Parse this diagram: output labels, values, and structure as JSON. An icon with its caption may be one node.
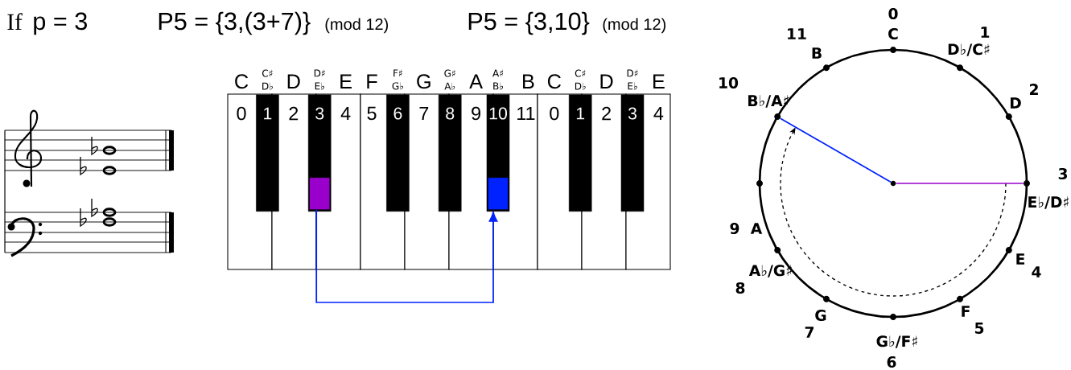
{
  "diagram": {
    "nodes": [
      {
        "text": [
          "0"
        ],
        "beside": [
          "C"
        ]
      },
      {
        "text": [
          "1"
        ],
        "beside": [
          "C♯ D♭"
        ]
      },
      {
        "text": [
          "2"
        ],
        "beside": [
          "D"
        ]
      },
      {
        "text": [
          "3"
        ],
        "beside": [
          "D♯ E♭"
        ]
      },
      {
        "text": [
          "4"
        ],
        "beside": [
          "E"
        ]
      },
      {
        "text": [
          "5"
        ],
        "beside": [
          "F"
        ]
      },
      {
        "text": [
          "6"
        ],
        "beside": [
          "F♯ G♭"
        ]
      },
      {
        "text": [
          "7"
        ],
        "beside": [
          "G"
        ]
      },
      {
        "text": [
          "8"
        ],
        "beside": [
          "G♯ A♭"
        ]
      },
      {
        "text": [
          "9"
        ],
        "beside": [
          "A"
        ]
      },
      {
        "text": [
          "10"
        ],
        "beside": [
          "A♯ B♭"
        ]
      },
      {
        "text": [
          "11"
        ],
        "beside": [
          "B"
        ]
      },
      {
        "text": [
          "0"
        ],
        "beside": [
          "C"
        ]
      },
      {
        "text": [
          "1"
        ],
        "beside": [
          "C♯ D♭"
        ]
      },
      {
        "text": [
          "2"
        ],
        "beside": [
          "D"
        ]
      },
      {
        "text": [
          "3"
        ],
        "beside": [
          "D♯ E♭"
        ]
      },
      {
        "text": [
          "4"
        ],
        "beside": [
          "E"
        ]
      },
      {
        "text": [],
        "shape": "box",
        "in": 3
      },
      {
        "text": [],
        "shape": "box",
        "in": 10
      },
      {
        "text": [],
        "shape": "circle"
      },
      {
        "text": [],
        "shape": "circle",
        "beside": [
          "C",
          "0"
        ]
      },
      {
        "text": [],
        "shape": "circle",
        "beside": [
          "D♭/C♯",
          "1"
        ]
      },
      {
        "text": [],
        "shape": "circle",
        "beside": [
          "D",
          "2"
        ]
      },
      {
        "text": [],
        "shape": "circle",
        "beside": [
          "E♭/D♯",
          "3"
        ]
      },
      {
        "text": [],
        "shape": "circle",
        "beside": [
          "E",
          "4"
        ]
      },
      {
        "text": [],
        "shape": "circle",
        "beside": [
          "F",
          "5"
        ]
      },
      {
        "text": [],
        "shape": "circle",
        "beside": [
          "G♭/F♯",
          "6"
        ]
      },
      {
        "text": [],
        "shape": "circle",
        "beside": [
          "G",
          "7"
        ]
      },
      {
        "text": [],
        "shape": "circle",
        "beside": [
          "A♭/G♯",
          "8"
        ]
      },
      {
        "text": [],
        "shape": "circle",
        "beside": [
          "A",
          "9"
        ]
      },
      {
        "text": [],
        "shape": "circle",
        "beside": [
          "B♭/A♯",
          "10"
        ]
      },
      {
        "text": [],
        "shape": "circle",
        "beside": [
          "B",
          "11"
        ]
      }
    ],
    "edges": [
      {
        "from": 17,
        "to": 18,
        "arrow": "to",
        "color": "#0022ff"
      },
      {
        "from": 19,
        "to": 23,
        "arrow": "none",
        "color": "#9900cc"
      },
      {
        "from": 19,
        "to": 30,
        "arrow": "none",
        "color": "#0022ff"
      }
    ],
    "labels": [
      "If",
      "p = 3",
      "P5 = {3,(3+7)}",
      "(mod 12)",
      "P5 = {3,10}",
      "(mod 12)"
    ]
  }
}
